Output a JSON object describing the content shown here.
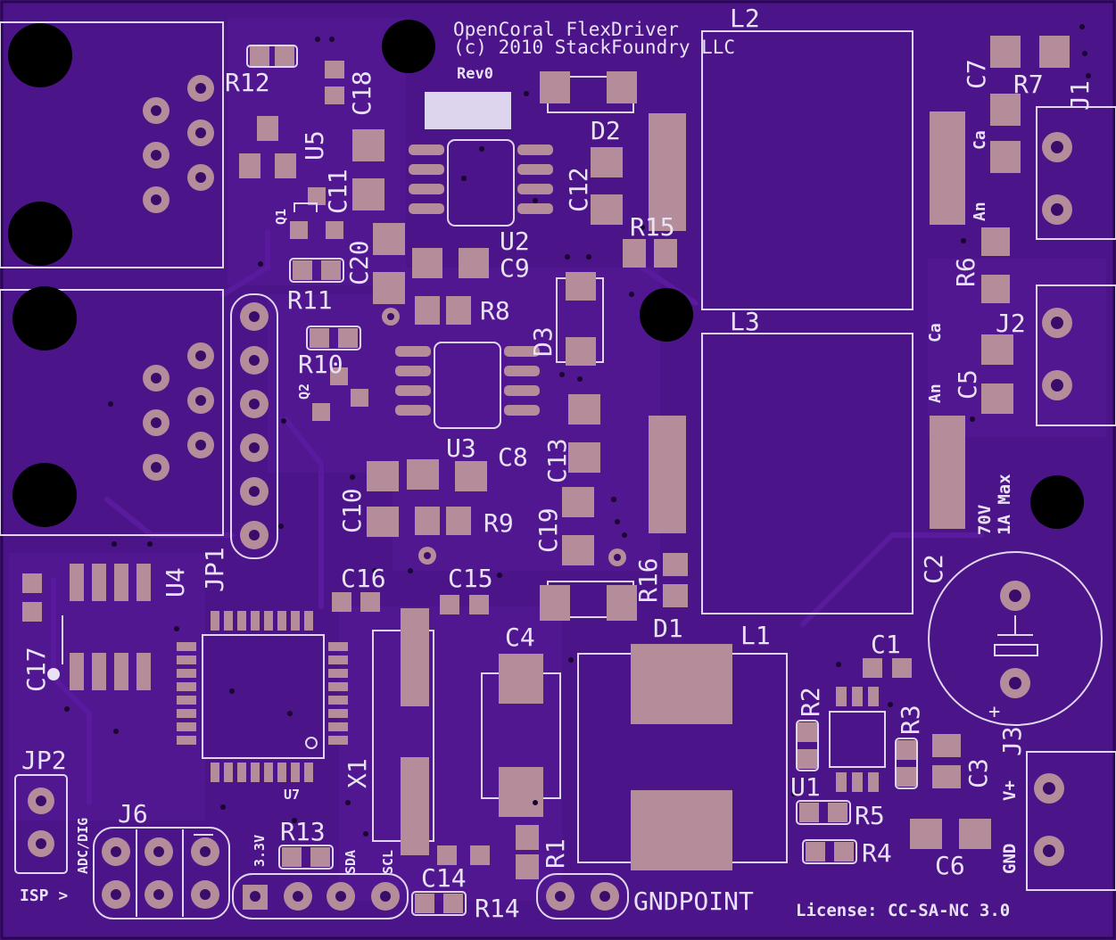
{
  "board": {
    "title_line1": "OpenCoral FlexDriver",
    "title_line2": "(c) 2010 StackFoundry LLC",
    "revision": "Rev0",
    "license": "License: CC-SA-NC 3.0",
    "rating": [
      "70V",
      "1A Max"
    ],
    "colors": {
      "board": "#4b1488",
      "pad": "#b48c9a",
      "silk": "#e9e2f5"
    }
  },
  "labels": {
    "R12": "R12",
    "C18": "C18",
    "U5": "U5",
    "C11": "C11",
    "Q1": "Q1",
    "C20": "C20",
    "R11": "R11",
    "R10": "R10",
    "Q2": "Q2",
    "U2": "U2",
    "C9": "C9",
    "R8": "R8",
    "U3": "U3",
    "D3": "D3",
    "C12": "C12",
    "D2": "D2",
    "R15": "R15",
    "L2": "L2",
    "L3": "L3",
    "C7": "C7",
    "R7": "R7",
    "J1": "J1",
    "R6": "R6",
    "J2": "J2",
    "C5": "C5",
    "C2": "C2",
    "C13": "C13",
    "C8": "C8",
    "C10": "C10",
    "C19": "C19",
    "R9": "R9",
    "R16": "R16",
    "D1": "D1",
    "L1": "L1",
    "C16": "C16",
    "C15": "C15",
    "C4": "C4",
    "JP1": "JP1",
    "U4": "U4",
    "C17": "C17",
    "U7": "U7",
    "X1": "X1",
    "JP2": "JP2",
    "J6": "J6",
    "R13": "R13",
    "C14": "C14",
    "R14": "R14",
    "R1": "R1",
    "GNDPOINT": "GNDPOINT",
    "C1": "C1",
    "R2": "R2",
    "R3": "R3",
    "J3": "J3",
    "U1": "U1",
    "R5": "R5",
    "R4": "R4",
    "C3": "C3",
    "C6": "C6",
    "Ca1": "Ca",
    "An1": "An",
    "Ca2": "Ca",
    "An2": "An",
    "V+": "V+",
    "GND": "GND",
    "plus": "+",
    "3.3V": "3.3V",
    "SDA": "SDA",
    "SCL": "SCL",
    "ADC_DIG": "ADC/DIG",
    "ISP": "ISP >"
  }
}
